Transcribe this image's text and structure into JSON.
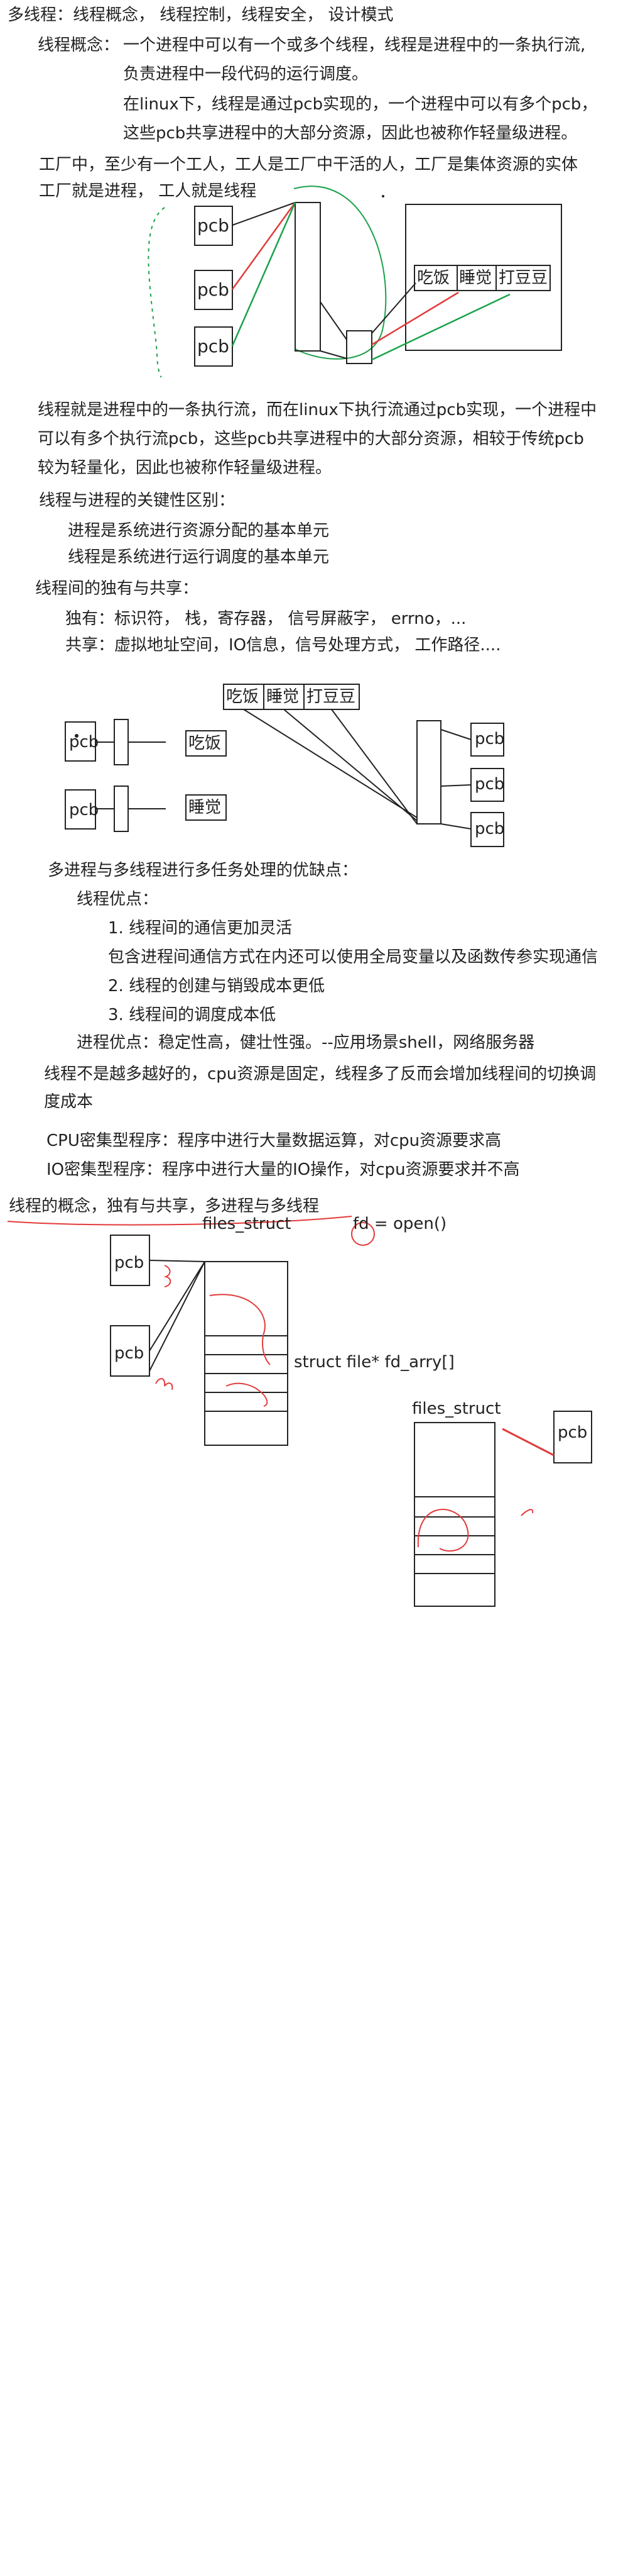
{
  "title": "多线程：线程概念， 线程控制，线程安全， 设计模式",
  "concept": {
    "label": "线程概念：",
    "line1": "一个进程中可以有一个或多个线程，线程是进程中的一条执行流,",
    "line2": "负责进程中一段代码的运行调度。",
    "line3": "在linux下，线程是通过pcb实现的，一个进程中可以有多个pcb，",
    "line4": "这些pcb共享进程中的大部分资源，因此也被称作轻量级进程。"
  },
  "factory": {
    "line1": "工厂中，至少有一个工人，工人是工厂中干活的人，工厂是集体资源的实体",
    "line2": "工厂就是进程，  工人就是线程"
  },
  "labels": {
    "pcb": "pcb",
    "eat": "吃饭",
    "sleep": "睡觉",
    "beans": "打豆豆"
  },
  "summary": {
    "line1": "线程就是进程中的一条执行流，而在linux下执行流通过pcb实现，一个进程中",
    "line2": "可以有多个执行流pcb，这些pcb共享进程中的大部分资源，相较于传统pcb",
    "line3": "较为轻量化，因此也被称作轻量级进程。"
  },
  "diff": {
    "heading": "线程与进程的关键性区别：",
    "item1": "进程是系统进行资源分配的基本单元",
    "item2": "线程是系统进行运行调度的基本单元"
  },
  "share": {
    "heading": "线程间的独有与共享：",
    "own": "独有：标识符， 栈，寄存器， 信号屏蔽字， errno，...",
    "common": "共享：虚拟地址空间，IO信息，信号处理方式， 工作路径...."
  },
  "pros": {
    "heading": "多进程与多线程进行多任务处理的优缺点：",
    "thread_heading": "线程优点：",
    "p1": "1. 线程间的通信更加灵活",
    "p1b": "包含进程间通信方式在内还可以使用全局变量以及函数传参实现通信",
    "p2": "2. 线程的创建与销毁成本更低",
    "p3": "3. 线程间的调度成本低",
    "process": "进程优点：稳定性高，健壮性强。--应用场景shell，网络服务器"
  },
  "notmore": {
    "line1": "线程不是越多越好的，cpu资源是固定，线程多了反而会增加线程间的切换调",
    "line2": "度成本"
  },
  "bound": {
    "cpu": "CPU密集型程序：程序中进行大量数据运算，对cpu资源要求高",
    "io": "IO密集型程序：程序中进行大量的IO操作，对cpu资源要求并不高"
  },
  "recap": "线程的概念，独有与共享，多进程与多线程",
  "files": {
    "files_struct": "files_struct",
    "fd_open": "fd = open()",
    "fd_arry": "struct file* fd_arry[]",
    "files_struct2": "files_struct"
  },
  "colors": {
    "red": "#e23b3b",
    "green": "#1aa24a",
    "ink": "#222222"
  }
}
